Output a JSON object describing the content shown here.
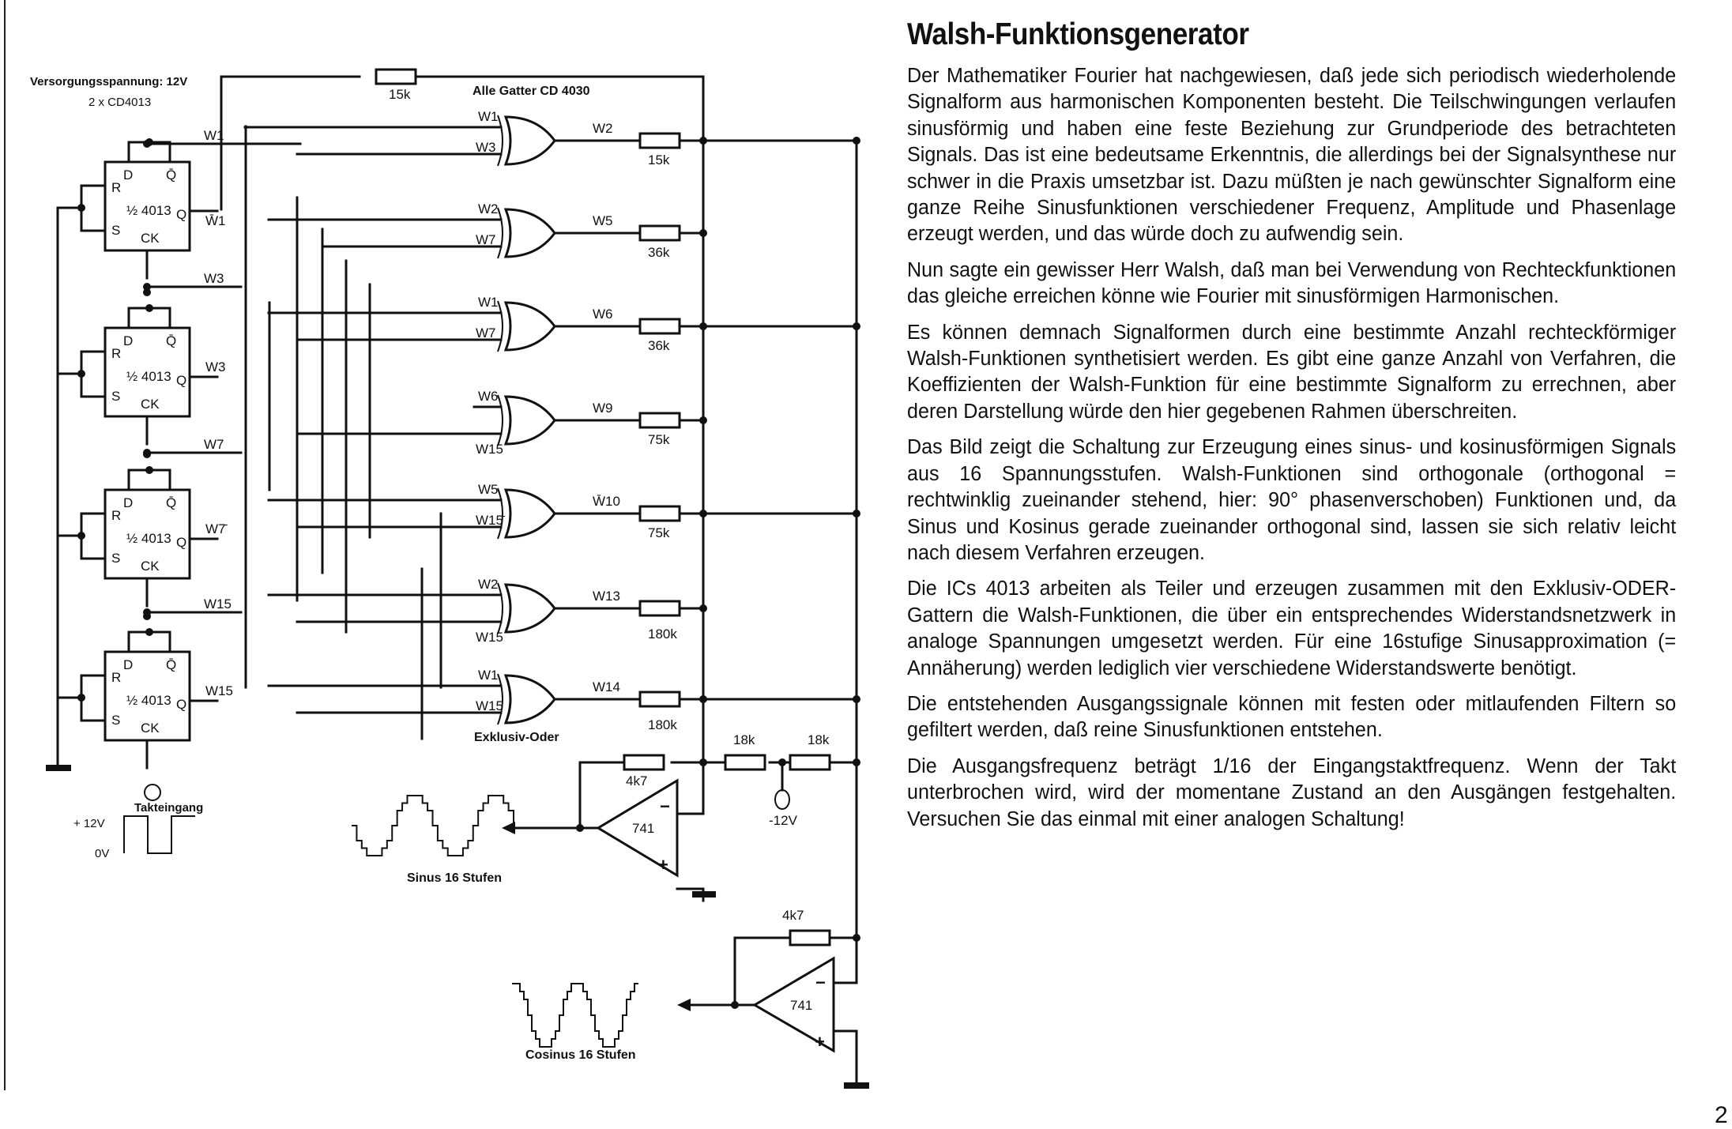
{
  "article": {
    "title": "Walsh-Funktionsgenerator",
    "paragraphs": [
      "Der Mathematiker Fourier hat nachgewiesen, daß jede sich periodisch wiederholende Signalform aus harmonischen Komponenten besteht. Die Teilschwingungen verlaufen sinusförmig und haben eine feste Beziehung zur Grundperiode des betrachteten Signals. Das ist eine bedeutsame Erkenntnis, die allerdings bei der Signalsynthese nur schwer in die Praxis umsetzbar ist. Dazu müßten je nach gewünschter Signalform eine ganze Reihe Sinusfunktionen verschiedener Frequenz, Amplitude und Phasenlage erzeugt werden, und das würde doch zu aufwendig sein.",
      "Nun sagte ein gewisser Herr Walsh, daß man bei Verwendung von Rechteckfunktionen das gleiche erreichen könne wie Fourier mit sinusförmigen Harmonischen.",
      "Es können demnach Signalformen durch eine bestimmte Anzahl rechteckförmiger Walsh-Funktionen synthetisiert werden. Es gibt eine ganze Anzahl von Verfahren, die Koeffizienten der Walsh-Funktion für eine bestimmte Signalform zu errechnen, aber deren Darstellung würde den hier gegebenen Rahmen überschreiten.",
      "Das Bild zeigt die Schaltung zur Erzeugung eines sinus- und kosinusförmigen Signals aus 16 Spannungsstufen. Walsh-Funktionen sind orthogonale (orthogonal = rechtwinklig zueinander stehend, hier: 90° phasenverschoben) Funktionen und, da Sinus und Kosinus gerade zueinander orthogonal sind, lassen sie sich relativ leicht nach diesem Verfahren erzeugen.",
      "Die ICs 4013 arbeiten als Teiler und erzeugen zusammen mit den Exklusiv-ODER-Gattern die Walsh-Funktionen, die über ein entsprechendes Widerstandsnetzwerk in analoge Spannungen umgesetzt werden. Für eine 16stufige Sinusapproximation (= Annäherung) werden lediglich vier verschiedene Widerstandswerte benötigt.",
      "Die entstehenden Ausgangssignale können mit festen oder mitlaufenden Filtern so gefiltert werden, daß reine Sinusfunktionen entstehen.",
      "Die Ausgangsfrequenz beträgt 1/16 der Eingangstaktfrequenz. Wenn der Takt unterbrochen wird, wird der momentane Zustand an den Ausgängen festgehalten. Versuchen Sie das einmal mit einer analogen Schaltung!"
    ],
    "page_number": "2"
  },
  "schematic": {
    "supply_label": "Versorgungsspannung: 12V",
    "ic_count_label": "2 x CD4013",
    "gates_label": "Alle Gatter CD 4030",
    "xor_caption": "Exklusiv-Oder",
    "clock_label": "Takteingang",
    "clock_high": "+ 12V",
    "clock_low": "0V",
    "neg_supply": "-12V",
    "sine_caption": "Sinus 16 Stufen",
    "cosine_caption": "Cosinus 16 Stufen",
    "opamp": "741",
    "feedback_resistor": "4k7",
    "bias_resistors": [
      "18k",
      "18k"
    ],
    "top_resistor": "15k",
    "flipflops": [
      {
        "part": "½ 4013",
        "pins": {
          "d": "D",
          "qbar": "Q̄",
          "r": "R",
          "s": "S",
          "q": "Q",
          "ck": "CK"
        },
        "out_label": "W1",
        "q_label": "W̄1"
      },
      {
        "part": "½ 4013",
        "pins": {
          "d": "D",
          "qbar": "Q̄",
          "r": "R",
          "s": "S",
          "q": "Q",
          "ck": "CK"
        },
        "out_label": "W3",
        "q_label": "W3"
      },
      {
        "part": "½ 4013",
        "pins": {
          "d": "D",
          "qbar": "Q̄",
          "r": "R",
          "s": "S",
          "q": "Q",
          "ck": "CK"
        },
        "out_label": "W7",
        "q_label": "W7̄"
      },
      {
        "part": "½ 4013",
        "pins": {
          "d": "D",
          "qbar": "Q̄",
          "r": "R",
          "s": "S",
          "q": "Q",
          "ck": "CK"
        },
        "out_label": "W15",
        "q_label": "W15"
      }
    ],
    "gates": [
      {
        "in1": "W1",
        "in2": "W3",
        "out": "W2",
        "resistor": "15k"
      },
      {
        "in1": "W2",
        "in2": "W7",
        "out": "W5",
        "resistor": "36k"
      },
      {
        "in1": "W1",
        "in2": "W7",
        "out": "W6",
        "resistor": "36k"
      },
      {
        "in1": "W6",
        "in2": "W15",
        "out": "W9",
        "resistor": "75k"
      },
      {
        "in1": "W5",
        "in2": "W15̄",
        "out": "W̄10",
        "resistor": "75k"
      },
      {
        "in1": "W2",
        "in2": "W15",
        "out": "W13",
        "resistor": "180k"
      },
      {
        "in1": "W1",
        "in2": "W15",
        "out": "W14",
        "resistor": "180k"
      }
    ],
    "ff_side_labels": [
      "W1",
      "W3",
      "W7",
      "W15"
    ]
  }
}
